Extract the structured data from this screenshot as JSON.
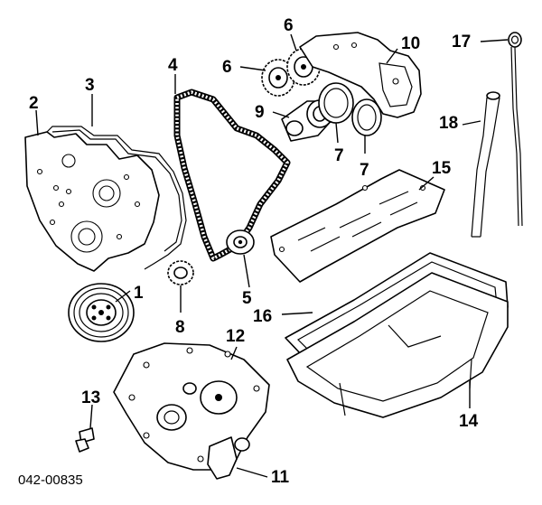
{
  "diagram": {
    "reference_code": "042-00835",
    "callouts": {
      "c1": "1",
      "c2": "2",
      "c3": "3",
      "c4": "4",
      "c5": "5",
      "c6a": "6",
      "c6b": "6",
      "c7a": "7",
      "c7b": "7",
      "c8": "8",
      "c9": "9",
      "c10": "10",
      "c11": "11",
      "c12": "12",
      "c13": "13",
      "c14": "14",
      "c15": "15",
      "c16": "16",
      "c17": "17",
      "c18": "18"
    }
  }
}
